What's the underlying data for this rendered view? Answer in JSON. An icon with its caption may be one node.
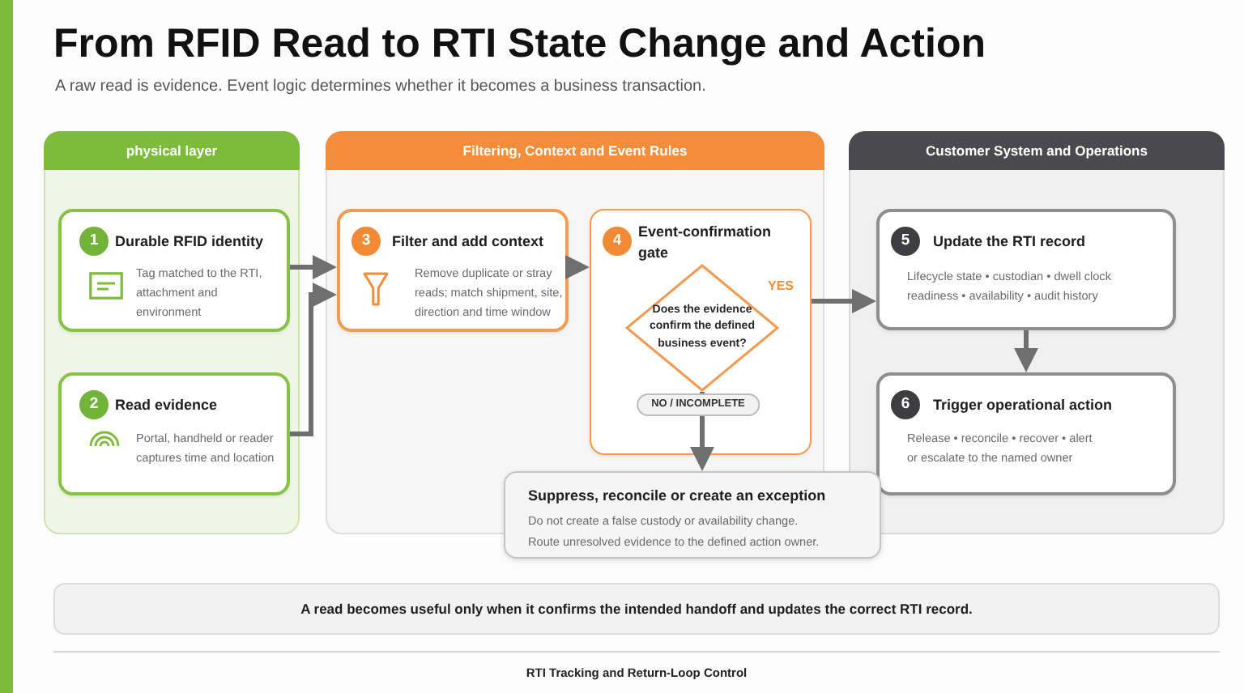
{
  "diagram": {
    "title": "From RFID Read to RTI State Change and Action",
    "nodes": [
      {
        "text": [
          "physical layer"
        ]
      },
      {
        "text": [
          "1",
          "Durable RFID identity",
          "Tag matched to the RTI, attachment and environment"
        ],
        "in": 0
      },
      {
        "text": [
          "2",
          "Read evidence",
          "Portal, handheld or reader captures time and location"
        ],
        "in": 0
      },
      {
        "text": [
          "Filtering, Context and Event Rules"
        ]
      },
      {
        "text": [
          "3",
          "Filter and add context",
          "Remove duplicate or stray reads; match shipment, site, direction and time window"
        ],
        "in": 3
      },
      {
        "text": [
          "4",
          "Event-confirmation gate"
        ],
        "in": 3
      },
      {
        "text": [
          "Does the evidence confirm the defined business event?"
        ],
        "in": 5
      },
      {
        "text": [
          "Customer System and Operations"
        ]
      },
      {
        "text": [
          "5",
          "Update the RTI record",
          "Lifecycle state • custodian • dwell clock readiness • availability • audit history"
        ],
        "in": 7
      },
      {
        "text": [
          "6",
          "Trigger operational action",
          "Release • reconcile • recover • alert or escalate to the named owner"
        ],
        "in": 7
      },
      {
        "text": [
          "Suppress, reconcile or create an exception",
          "Do not create a false custody or availability change.",
          "Route unresolved evidence to the defined action owner."
        ]
      },
      {
        "text": [
          "A read becomes useful only when it confirms the intended handoff and updates the correct RTI record."
        ]
      }
    ],
    "edges": [
      {
        "from": 1,
        "to": 4,
        "arrow": "to"
      },
      {
        "from": 2,
        "to": 4,
        "arrow": "to"
      },
      {
        "from": 4,
        "to": 5,
        "arrow": "to"
      },
      {
        "from": 5,
        "to": 8,
        "arrow": "to",
        "label": "YES"
      },
      {
        "from": 6,
        "to": 10,
        "arrow": "to",
        "label": "NO / INCOMPLETE"
      },
      {
        "from": 8,
        "to": 9,
        "arrow": "to"
      }
    ],
    "labels": [
      "A raw read is evidence. Event logic determines whether it becomes a business transaction.",
      "RTI Tracking and Return-Loop Control"
    ]
  }
}
